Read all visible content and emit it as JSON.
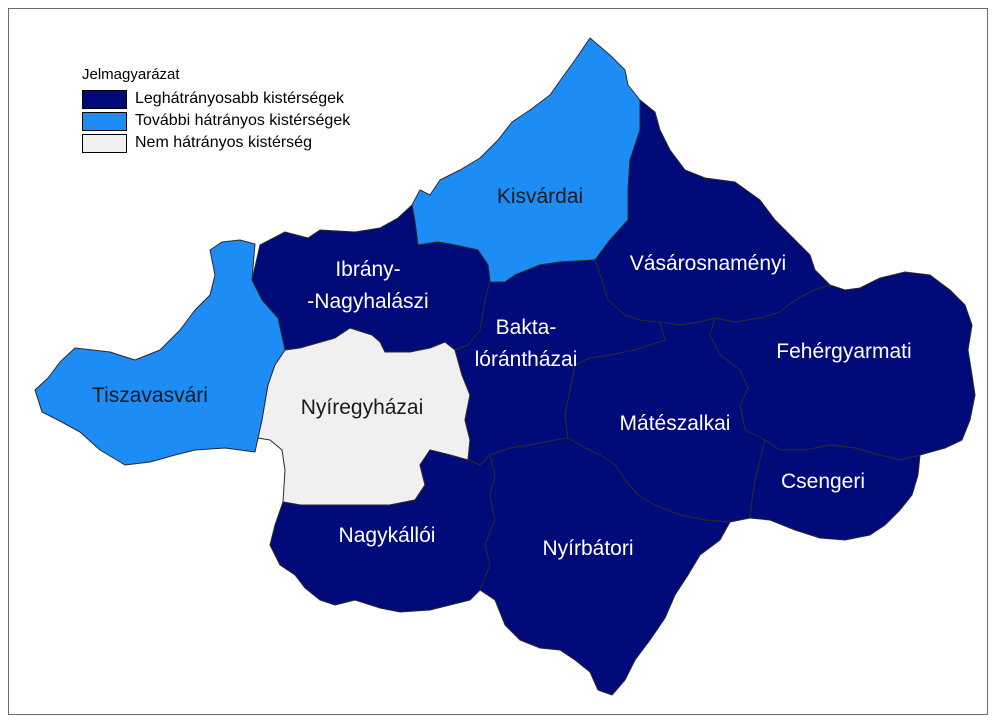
{
  "colors": {
    "most_disadvantaged": "#000a78",
    "disadvantaged": "#1d8cf5",
    "not_disadvantaged": "#f0f0f0",
    "border": "#2a2a2a"
  },
  "legend": {
    "title": "Jelmagyarázat",
    "items": [
      {
        "label": "Leghátrányosabb kistérségek",
        "category": "most_disadvantaged"
      },
      {
        "label": "További hátrányos kistérségek",
        "category": "disadvantaged"
      },
      {
        "label": "Nem hátrányos kistérség",
        "category": "not_disadvantaged"
      }
    ]
  },
  "regions": {
    "kisvardai": {
      "lines": [
        "Kisvárdai"
      ],
      "category": "disadvantaged"
    },
    "ibrany": {
      "lines": [
        "Ibrány-",
        "-Nagyhalászi"
      ],
      "category": "most_disadvantaged"
    },
    "tiszavasvari": {
      "lines": [
        "Tiszavasvári"
      ],
      "category": "disadvantaged"
    },
    "nyiregyhazai": {
      "lines": [
        "Nyíregyházai"
      ],
      "category": "not_disadvantaged"
    },
    "baktaloranthazai": {
      "lines": [
        "Bakta-",
        "lórántházai"
      ],
      "category": "most_disadvantaged"
    },
    "vasarosnamenyi": {
      "lines": [
        "Vásárosnaményi"
      ],
      "category": "most_disadvantaged"
    },
    "fehergyarmati": {
      "lines": [
        "Fehérgyarmati"
      ],
      "category": "most_disadvantaged"
    },
    "mateszalkai": {
      "lines": [
        "Mátészalkai"
      ],
      "category": "most_disadvantaged"
    },
    "csengeri": {
      "lines": [
        "Csengeri"
      ],
      "category": "most_disadvantaged"
    },
    "nagykalloi": {
      "lines": [
        "Nagykállói"
      ],
      "category": "most_disadvantaged"
    },
    "nyirbatori": {
      "lines": [
        "Nyírbátori"
      ],
      "category": "most_disadvantaged"
    }
  }
}
